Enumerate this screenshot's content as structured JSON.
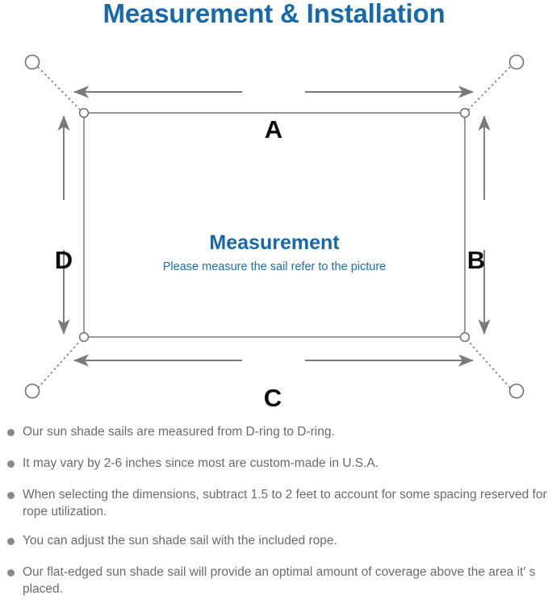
{
  "page": {
    "title": "Measurement & Installation",
    "title_color": "#1569ac",
    "accent_color": "#1569ac",
    "line_color": "#7a7a7a",
    "text_color": "#6b6b6b",
    "background": "#ffffff"
  },
  "diagram": {
    "center_title": "Measurement",
    "center_subtitle": "Please measure the sail refer to the picture",
    "dimensions": {
      "top": "A",
      "right": "B",
      "bottom": "C",
      "left": "D"
    },
    "anchors": [
      {
        "name": "top-left-anchor"
      },
      {
        "name": "top-right-anchor"
      },
      {
        "name": "bottom-left-anchor"
      },
      {
        "name": "bottom-right-anchor"
      }
    ],
    "d_rings": [
      {
        "name": "top-left-d-ring"
      },
      {
        "name": "top-right-d-ring"
      },
      {
        "name": "bottom-left-d-ring"
      },
      {
        "name": "bottom-right-d-ring"
      }
    ]
  },
  "notes": [
    "Our sun shade sails are measured from D-ring to D-ring.",
    "It may vary by 2-6 inches since most are custom-made in U.S.A.",
    "When selecting the dimensions, subtract 1.5 to 2 feet to account for some spacing reserved for rope utilization.",
    "You can adjust the sun shade sail with the included rope.",
    "Our flat-edged sun shade sail will provide an optimal amount of coverage above the area it′ s placed."
  ]
}
